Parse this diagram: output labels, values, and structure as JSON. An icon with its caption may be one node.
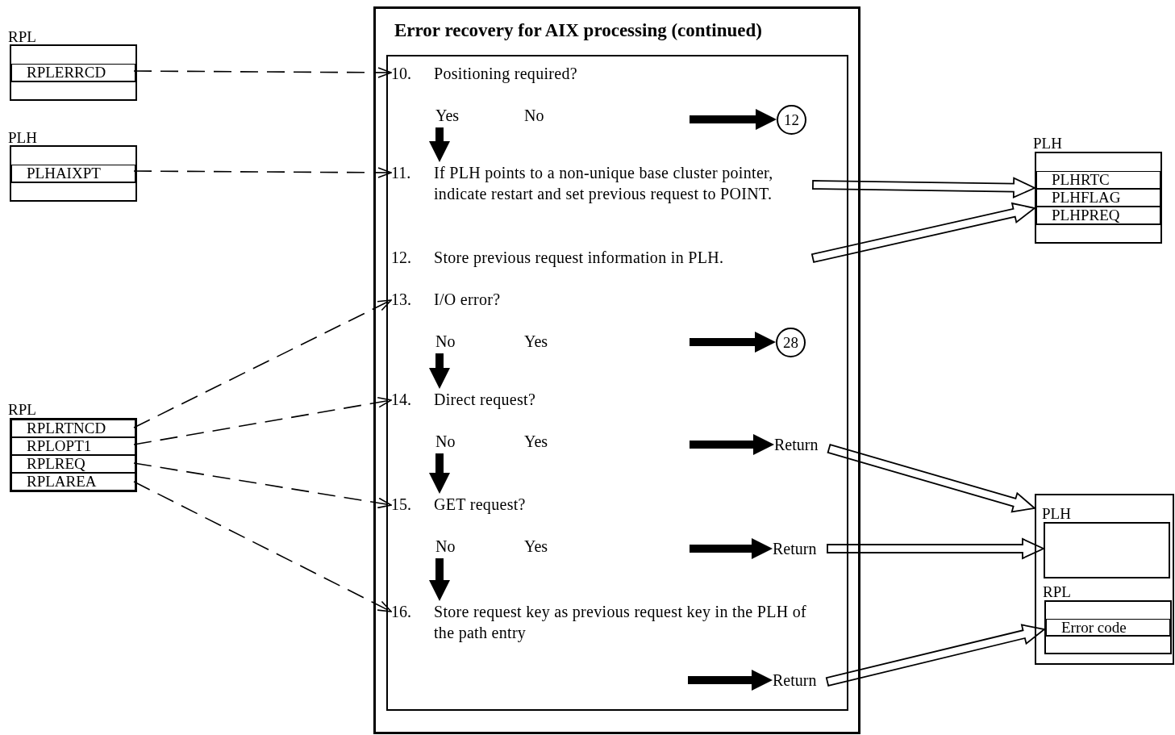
{
  "diagram": {
    "nodes": [
      {
        "text": [
          "RPL"
        ]
      },
      {
        "text": [
          "RPLERRCD"
        ],
        "in": 0
      },
      {
        "text": [
          "PLH"
        ]
      },
      {
        "text": [
          "PLHAIXPT"
        ],
        "in": 2
      },
      {
        "text": [
          "RPL"
        ]
      },
      {
        "text": [
          "RPLRTNCD"
        ],
        "in": 4
      },
      {
        "text": [
          "RPLOPT1"
        ],
        "in": 4
      },
      {
        "text": [
          "RPLREQ"
        ],
        "in": 4
      },
      {
        "text": [
          "RPLAREA"
        ],
        "in": 4
      },
      {
        "text": [
          "Error recovery for AIX processing (continued)"
        ]
      },
      {
        "text": [],
        "shape": "box",
        "in": 9
      },
      {
        "text": [
          "10.",
          "Positioning required?",
          "Yes",
          "No"
        ],
        "in": 10
      },
      {
        "text": [
          "12"
        ],
        "in": 10
      },
      {
        "text": [
          "11.",
          "If PLH points to a non-unique base cluster pointer, indicate restart and set previous request to POINT."
        ],
        "in": 10
      },
      {
        "text": [
          "12.",
          "Store previous request information in PLH."
        ],
        "in": 10
      },
      {
        "text": [
          "13.",
          "I/O error?",
          "No",
          "Yes"
        ],
        "in": 10
      },
      {
        "text": [
          "28"
        ],
        "in": 10
      },
      {
        "text": [
          "14.",
          "Direct request?",
          "No",
          "Yes"
        ],
        "in": 10
      },
      {
        "text": [
          "Return"
        ],
        "in": 10
      },
      {
        "text": [
          "15.",
          "GET request?",
          "No",
          "Yes"
        ],
        "in": 10
      },
      {
        "text": [
          "Return"
        ],
        "in": 10
      },
      {
        "text": [
          "16.",
          "Store request key as previous request key in the PLH of the path entry"
        ],
        "in": 10
      },
      {
        "text": [
          "Return"
        ],
        "in": 10
      },
      {
        "text": [
          "PLH"
        ]
      },
      {
        "text": [
          "PLHRTC"
        ],
        "in": 23
      },
      {
        "text": [
          "PLHFLAG"
        ],
        "in": 23
      },
      {
        "text": [
          "PLHPREQ"
        ],
        "in": 23
      },
      {
        "text": [],
        "shape": "box"
      },
      {
        "text": [
          "PLH"
        ],
        "in": 27
      },
      {
        "text": [
          "RPL"
        ],
        "in": 27
      },
      {
        "text": [
          "Error code"
        ],
        "in": 29
      }
    ],
    "edges": [
      {
        "from": 1,
        "to": 11,
        "arrow": "to",
        "style": "dashed"
      },
      {
        "from": 3,
        "to": 13,
        "arrow": "to",
        "style": "dashed"
      },
      {
        "from": 5,
        "to": 15,
        "arrow": "to",
        "style": "dashed"
      },
      {
        "from": 6,
        "to": 17,
        "arrow": "to",
        "style": "dashed"
      },
      {
        "from": 7,
        "to": 19,
        "arrow": "to",
        "style": "dashed"
      },
      {
        "from": 8,
        "to": 21,
        "arrow": "to",
        "style": "dashed"
      },
      {
        "from": 11,
        "to": 13,
        "arrow": "to"
      },
      {
        "from": null,
        "to": 12,
        "arrow": "to"
      },
      {
        "from": 15,
        "to": 17,
        "arrow": "to"
      },
      {
        "from": null,
        "to": 16,
        "arrow": "to"
      },
      {
        "from": 17,
        "to": 19,
        "arrow": "to"
      },
      {
        "from": null,
        "to": 18,
        "arrow": "to"
      },
      {
        "from": 19,
        "to": 21,
        "arrow": "to"
      },
      {
        "from": null,
        "to": 20,
        "arrow": "to"
      },
      {
        "from": null,
        "to": 22,
        "arrow": "to"
      },
      {
        "from": 13,
        "to": 23,
        "arrow": "to",
        "style": "thick"
      },
      {
        "from": 14,
        "to": 23,
        "arrow": "to",
        "style": "thick"
      },
      {
        "from": 18,
        "to": 27,
        "arrow": "to",
        "style": "thick"
      },
      {
        "from": 20,
        "to": 28,
        "arrow": "to",
        "style": "thick"
      },
      {
        "from": 22,
        "to": 29,
        "arrow": "to",
        "style": "thick"
      }
    ]
  }
}
